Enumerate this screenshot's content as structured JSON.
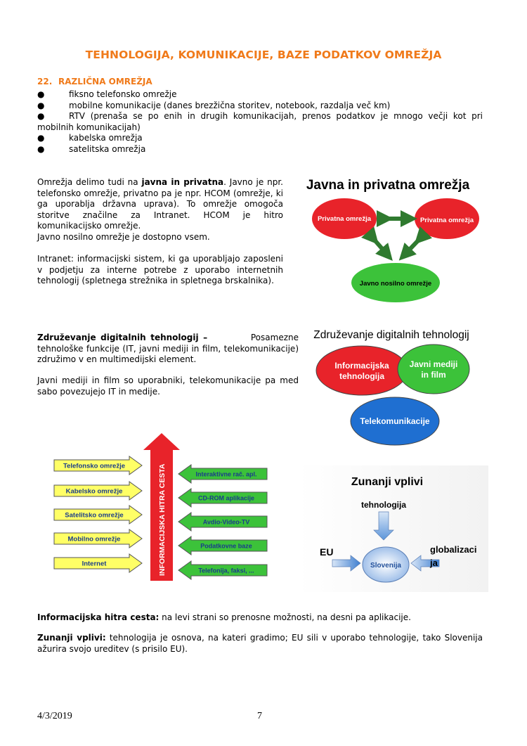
{
  "header": {
    "title": "TEHNOLOGIJA, KOMUNIKACIJE, BAZE PODATKOV OMREŽJA",
    "section_number": "22.",
    "section_title": "RAZLIČNA OMREŽJA"
  },
  "bullets": [
    {
      "mark": "●",
      "text": "fiksno telefonsko omrežje"
    },
    {
      "mark": "●",
      "text": "mobilne komunikacije (danes brezžična storitev, notebook, razdalja več km)"
    },
    {
      "mark": "●",
      "text": "RTV (prenaša se po enih in drugih komunikacijah, prenos podatkov je mnogo večji kot pri mobilnih komunikacijah)"
    },
    {
      "mark": "●",
      "text": "kabelska omrežja"
    },
    {
      "mark": "●",
      "text": "satelitska omrežja"
    }
  ],
  "networks_text": {
    "p1_a": "Omrežja delimo tudi na ",
    "p1_bold": "javna in privatna",
    "p1_b": ". Javno je npr. telefonsko omrežje, privatno pa je npr. HCOM (omrežje, ki ga uporablja državna uprava). To omrežje omogoča storitve značilne za Intranet. HCOM je hitro komunikacijsko omrežje.",
    "p1_c": "Javno nosilno omrežje je dostopno vsem.",
    "p2": "Intranet: informacijski sistem, ki ga uporabljajo zaposleni v podjetju za interne potrebe z uporabo internetnih tehnologij (spletnega strežnika in spletnega brskalnika)."
  },
  "diagram_networks": {
    "title": "Javna in privatna omrežja",
    "left": "Privatna omrežja",
    "right": "Privatna omrežja",
    "bottom": "Javno nosilno omrežje"
  },
  "convergence_text": {
    "bold": "Združevanje digitalnih tehnologij –",
    "rest": "Posamezne tehnološke funkcije (IT, javni mediji in film, telekomunikacije) združimo v en multimedijski element.",
    "p2": "Javni mediji in film so uporabniki, telekomunikacije pa med sabo povezujejo IT in medije."
  },
  "diagram_convergence": {
    "title": "Združevanje digitalnih tehnologij",
    "c1_l1": "Informacijska",
    "c1_l2": "tehnologija",
    "c2_l1": "Javni mediji",
    "c2_l2": "in film",
    "c3": "Telekomunikacije"
  },
  "diagram_highway": {
    "center": "INFORMACIJSKA HITRA CESTA",
    "left": [
      "Telefonsko omrežje",
      "Kabelsko omrežje",
      "Satelitsko omrežje",
      "Mobilno omrežje",
      "Internet"
    ],
    "right": [
      "Interaktivne rač. apl.",
      "CD-ROM aplikacije",
      "Avdio-Video-TV",
      "Podatkovne baze",
      "Telefonija, faksi, ..."
    ]
  },
  "diagram_influences": {
    "title": "Zunanji vplivi",
    "top": "tehnologija",
    "left": "EU",
    "right_l1": "globalizaci",
    "right_l2": "ja",
    "center": "Slovenija"
  },
  "bottom_text": {
    "h_bold": "Informacijska hitra cesta:",
    "h_rest": " na levi strani so prenosne možnosti, na desni pa aplikacije.",
    "z_bold": "Zunanji vplivi:",
    "z_rest": " tehnologija je osnova, na kateri gradimo; EU sili v uporabo tehnologije, tako Slovenija ažurira svojo ureditev (s prisilo EU)."
  },
  "footer": {
    "date": "4/3/2019",
    "page": "7"
  },
  "colors": {
    "heading": "#f07a1a",
    "red": "#e8232a",
    "green": "#3cc23a",
    "blue": "#1f6fd1",
    "yellow": "#ffff66",
    "arrow_green": "#2f7a2f"
  }
}
